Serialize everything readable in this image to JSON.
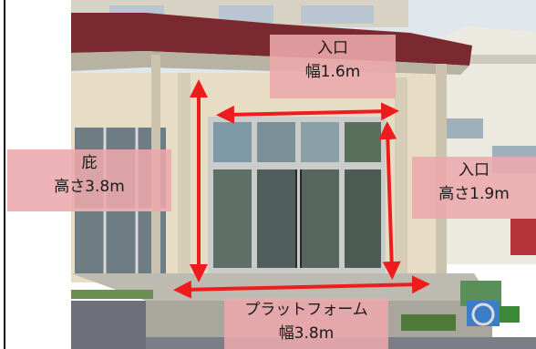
{
  "annotations": {
    "entrance_width": {
      "title": "入口",
      "value": "幅1.6m"
    },
    "eave_height": {
      "title": "庇",
      "value": "高さ3.8m"
    },
    "entrance_height": {
      "title": "入口",
      "value": "高さ1.9m"
    },
    "platform_width": {
      "title": "プラットフォーム",
      "value": "幅3.8m"
    }
  },
  "colors": {
    "arrow": "#ee1c1c",
    "label_bg": "#eca8ac",
    "canopy": "#7a2a2e",
    "wall": "#e6ddc4"
  }
}
